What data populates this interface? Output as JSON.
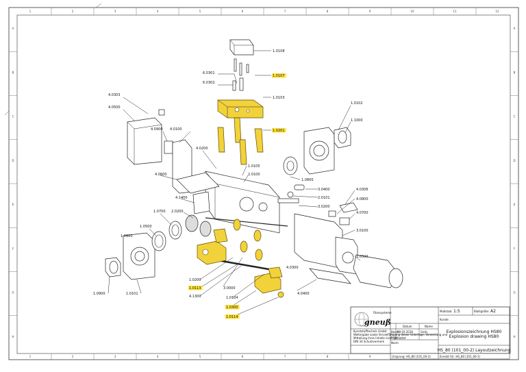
{
  "frame": {
    "col_labels": [
      "1",
      "2",
      "3",
      "4",
      "5",
      "6",
      "7",
      "8",
      "9",
      "10",
      "11",
      "12"
    ],
    "row_labels": [
      "A",
      "B",
      "C",
      "D",
      "E",
      "F",
      "G",
      "H"
    ]
  },
  "parts": [
    {
      "id": "p1",
      "label": "1.0108",
      "highlight": false
    },
    {
      "id": "p2",
      "label": "6.0301",
      "highlight": false
    },
    {
      "id": "p3",
      "label": "1.0107",
      "highlight": true
    },
    {
      "id": "p4",
      "label": "6.0302",
      "highlight": false
    },
    {
      "id": "p5",
      "label": "1.0103",
      "highlight": false
    },
    {
      "id": "p6",
      "label": "4.0303",
      "highlight": false
    },
    {
      "id": "p7",
      "label": "4.0500",
      "highlight": false
    },
    {
      "id": "p8",
      "label": "1.0102",
      "highlight": false
    },
    {
      "id": "p9",
      "label": "1.1000",
      "highlight": false
    },
    {
      "id": "p10",
      "label": "4.0900",
      "highlight": false
    },
    {
      "id": "p11",
      "label": "4.0100",
      "highlight": false
    },
    {
      "id": "p12",
      "label": "1.0201",
      "highlight": true
    },
    {
      "id": "p13",
      "label": "4.0200",
      "highlight": false
    },
    {
      "id": "p14",
      "label": "1.0105",
      "highlight": false
    },
    {
      "id": "p15",
      "label": "2.0100",
      "highlight": false
    },
    {
      "id": "p16",
      "label": "4.0600",
      "highlight": false
    },
    {
      "id": "p17",
      "label": "1.0800",
      "highlight": false
    },
    {
      "id": "p18",
      "label": "3.0400",
      "highlight": false
    },
    {
      "id": "p19",
      "label": "2.0101",
      "highlight": false
    },
    {
      "id": "p20",
      "label": "4.0306",
      "highlight": false
    },
    {
      "id": "p21",
      "label": "4.0800",
      "highlight": false
    },
    {
      "id": "p22",
      "label": "4.1400",
      "highlight": false
    },
    {
      "id": "p23",
      "label": "3.0200",
      "highlight": false
    },
    {
      "id": "p24",
      "label": "4.0700",
      "highlight": false
    },
    {
      "id": "p25",
      "label": "1.0700",
      "highlight": false
    },
    {
      "id": "p26",
      "label": "2.0200",
      "highlight": false
    },
    {
      "id": "p27",
      "label": "1.0500",
      "highlight": false
    },
    {
      "id": "p28",
      "label": "3.0100",
      "highlight": false
    },
    {
      "id": "p29",
      "label": "1.0600",
      "highlight": false
    },
    {
      "id": "p30",
      "label": "3.0500",
      "highlight": false
    },
    {
      "id": "p31",
      "label": "4.0300",
      "highlight": false
    },
    {
      "id": "p32",
      "label": "1.0200",
      "highlight": false
    },
    {
      "id": "p33",
      "label": "1.0113",
      "highlight": true
    },
    {
      "id": "p34",
      "label": "3.0000",
      "highlight": false
    },
    {
      "id": "p35",
      "label": "4.1300",
      "highlight": false
    },
    {
      "id": "p36",
      "label": "1.0104",
      "highlight": false
    },
    {
      "id": "p37",
      "label": "4.0400",
      "highlight": false
    },
    {
      "id": "p38",
      "label": "1.0900",
      "highlight": false
    },
    {
      "id": "p39",
      "label": "1.0101",
      "highlight": false
    },
    {
      "id": "p40",
      "label": "1.0300",
      "highlight": true
    },
    {
      "id": "p41",
      "label": "1.0114",
      "highlight": true
    }
  ],
  "title_block": {
    "company_top": "Fibresysteme",
    "logo": "gneuß",
    "company_sub": "Kunststofftechnik GmbH",
    "notice_1": "Weitergabe sowie Vervielfältigung dieser Unterlage, Verwertung und",
    "notice_2": "Mitteilung ihres Inhalts nicht gestattet",
    "notice_3": "DIN 34 Schutzvermerk",
    "col_datum": "Datum",
    "col_name": "Name",
    "row_bearb": "Bearb.",
    "row_gepr": "Gepr.",
    "row_norm": "Norm",
    "bearb_datum": "09.03.2018",
    "bearb_name": "Gerb.",
    "massstab_label": "Maßstab:",
    "massstab_value": "1:5",
    "blattgroesse_label": "Blattgröße:",
    "blattgroesse_value": "A2",
    "kunde_label": "Kunde:",
    "title_de": "Explosionszeichnung HS80",
    "title_en": "Explosion drawing HS80",
    "drawing_id": "HS_80 (101_00-2) Layoutzeichnung",
    "ursprung": "Ursprung: HS_80 (101_00-2)",
    "ersetzt": "Ersetzt für: HS_80 (101_00-1)"
  }
}
